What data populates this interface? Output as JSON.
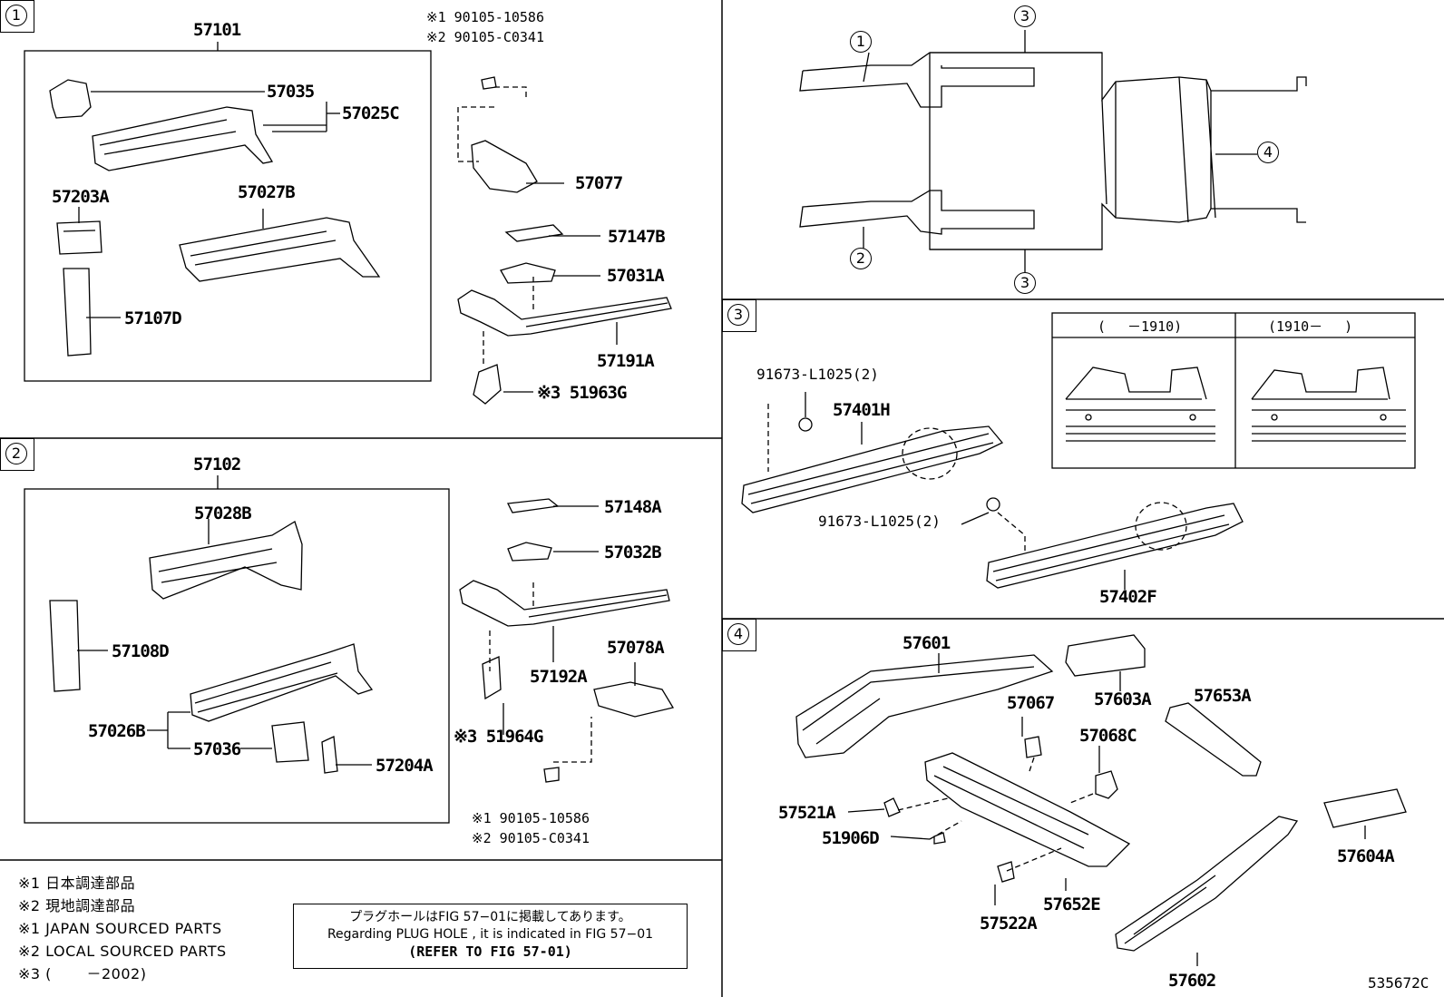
{
  "sections": {
    "s1": "1",
    "s2": "2",
    "s3": "3",
    "s4": "4"
  },
  "section1": {
    "group": "57101",
    "fastener_note_1": "※1 90105-10586",
    "fastener_note_2": "※2 90105-C0341",
    "parts": [
      "57035",
      "57025C",
      "57203A",
      "57027B",
      "57107D",
      "57077",
      "57147B",
      "57031A",
      "57191A"
    ],
    "part_51963g": "※3 51963G"
  },
  "section2": {
    "group": "57102",
    "parts": [
      "57028B",
      "57108D",
      "57026B",
      "57036",
      "57204A",
      "57148A",
      "57032B",
      "57192A",
      "57078A"
    ],
    "part_51964g": "※3 51964G",
    "fastener_note_1": "※1 90105-10586",
    "fastener_note_2": "※2 90105-C0341"
  },
  "overview": {
    "callouts": [
      "1",
      "2",
      "3",
      "3",
      "4"
    ]
  },
  "section3": {
    "bolt_top": "91673-L1025(2)",
    "bolt_bottom": "91673-L1025(2)",
    "left_member": "57401H",
    "right_member": "57402F",
    "table_col1": "(　 －1910)",
    "table_col2": "(1910－　 )"
  },
  "section4": {
    "parts": [
      "57601",
      "57603A",
      "57653A",
      "57067",
      "57068C",
      "57521A",
      "51906D",
      "57604A",
      "57522A",
      "57652E",
      "57602"
    ]
  },
  "legend": {
    "l1": "※1  日本調達部品",
    "l2": "※2  現地調達部品",
    "l3": "※1  JAPAN SOURCED PARTS",
    "l4": "※2  LOCAL SOURCED PARTS",
    "l5": "※3 (　　 －2002)"
  },
  "reference": {
    "jp": "プラグホールはFIG 57−01に掲載してあります。",
    "en": "Regarding  PLUG  HOLE , it is indicated in FIG  57−01",
    "refer": "(REFER TO FIG 57-01)"
  },
  "figure_id": "535672C"
}
